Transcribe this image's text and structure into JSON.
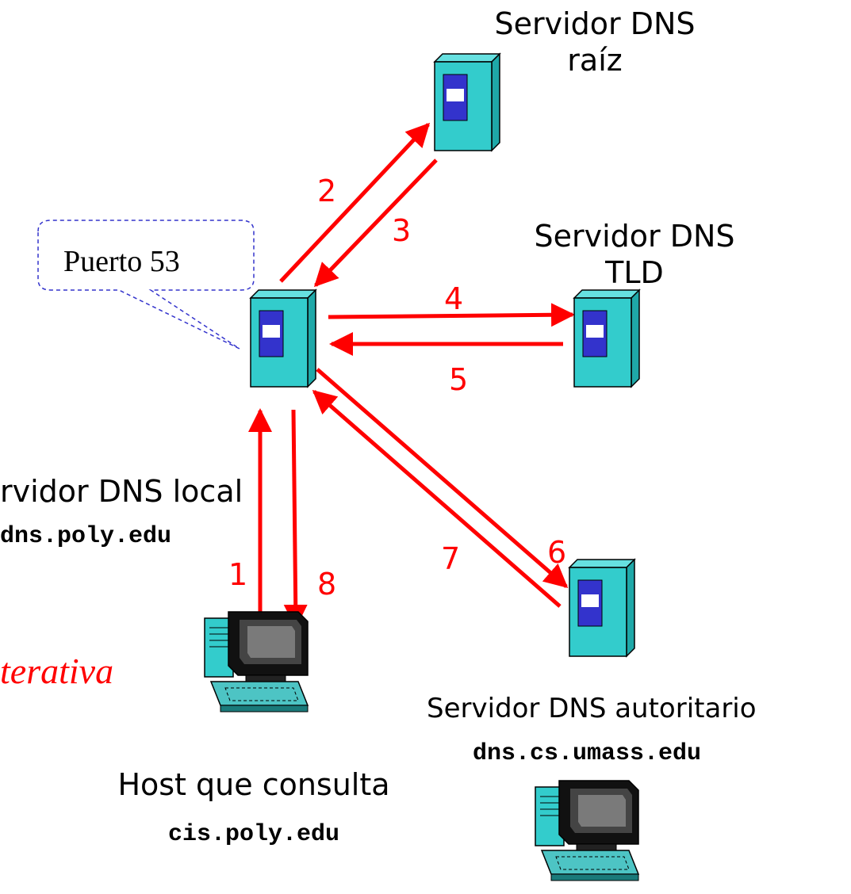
{
  "colors": {
    "arrow": "#ff0000",
    "server_body": "#33cccc",
    "server_panel": "#3333cc",
    "callout_border": "#3333cc",
    "label_text": "#000000"
  },
  "servers": {
    "root": {
      "title_line1": "Servidor DNS",
      "title_line2": "raíz",
      "icon": "server-tower-icon"
    },
    "tld": {
      "title_line1": "Servidor DNS",
      "title_line2": "TLD",
      "icon": "server-tower-icon"
    },
    "local": {
      "title": "rvidor DNS local",
      "hostname": "dns.poly.edu",
      "icon": "server-tower-icon"
    },
    "authoritative": {
      "title": "Servidor DNS autoritario",
      "hostname": "dns.cs.umass.edu",
      "icon": "server-tower-icon"
    }
  },
  "hosts": {
    "requesting": {
      "title": "Host que consulta",
      "hostname": "cis.poly.edu",
      "icon": "desktop-computer-icon"
    },
    "target_icon": "desktop-computer-icon"
  },
  "callout": {
    "text": "Puerto 53"
  },
  "query_type": "terativa",
  "steps": [
    "1",
    "2",
    "3",
    "4",
    "5",
    "6",
    "7",
    "8"
  ]
}
